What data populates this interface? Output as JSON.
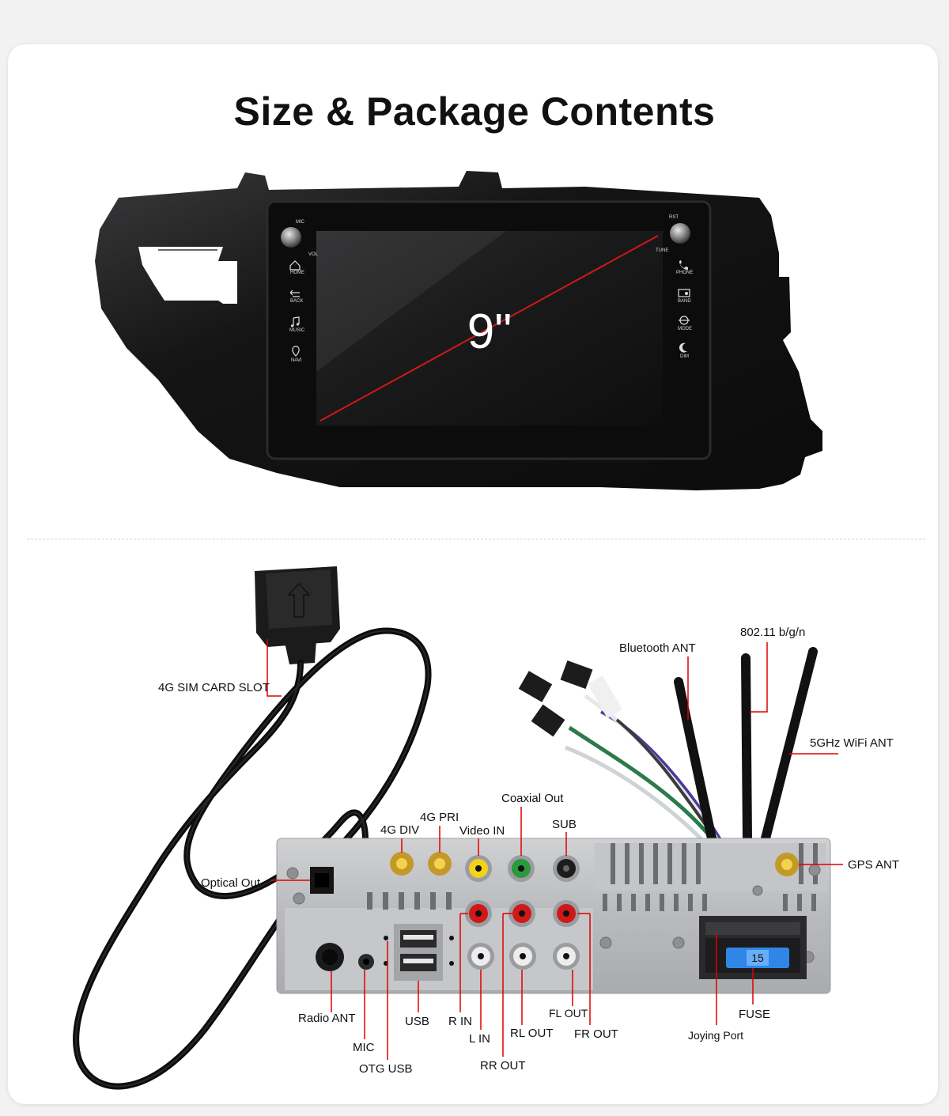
{
  "page": {
    "title": "Size & Package Contents"
  },
  "unit": {
    "screen_size": "9\"",
    "left_keys": [
      "MIC",
      "VOL",
      "HOME",
      "BACK",
      "MUSIC",
      "NAVI"
    ],
    "right_keys": [
      "RST",
      "TUNE",
      "PHONE",
      "BAND",
      "MODE",
      "DIM"
    ]
  },
  "labels": {
    "sim_slot": "4G SIM CARD SLOT",
    "bluetooth_ant": "Bluetooth ANT",
    "wifi_24": "802.11 b/g/n",
    "wifi_5": "5GHz WiFi ANT",
    "coaxial_out": "Coaxial Out",
    "g4_pri": "4G PRI",
    "g4_div": "4G DIV",
    "video_in": "Video IN",
    "sub": "SUB",
    "gps_ant": "GPS ANT",
    "optical_out": "Optical Out",
    "radio_ant": "Radio ANT",
    "usb": "USB",
    "r_in": "R IN",
    "fl_out": "FL OUT",
    "fuse": "FUSE",
    "l_in": "L IN",
    "rl_out": "RL OUT",
    "fr_out": "FR OUT",
    "joying_port": "Joying Port",
    "mic": "MIC",
    "otg_usb": "OTG USB",
    "rr_out": "RR OUT"
  },
  "fuse_value": "15",
  "colors": {
    "leader_line": "#e00000",
    "rca_yellow": "#f2d21a",
    "rca_green": "#2a9a3a",
    "rca_red": "#d01818",
    "fuse_blue": "#2f86e6"
  }
}
